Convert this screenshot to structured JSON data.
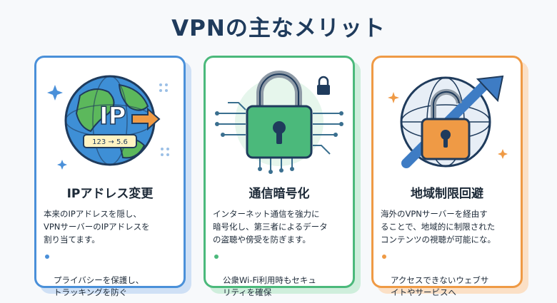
{
  "title": "VPNの主なメリット",
  "cards": [
    {
      "title": "IPアドレス変更",
      "description": "本来のIPアドレスを隠し、\nVPNサーバーのIPアドレスを\n割り当てます。",
      "bullet": "プライバシーを保護し、\nトラッキングを防ぐ",
      "ip_label": "IP",
      "ip_change": "123 → 5.6",
      "accent": "#4a90d9"
    },
    {
      "title": "通信暗号化",
      "description": "インターネット通信を強力に\n暗号化し、第三者によるデータ\nの盗聴や傍受を防ぎます。",
      "bullet": "公衆Wi-Fi利用時もセキュ\nリティを確保",
      "accent": "#4bb97b"
    },
    {
      "title": "地域制限回避",
      "description": "海外のVPNサーバーを経由す\nることで、地域的に制限された\nコンテンツの視聴が可能にな。",
      "bullet": "アクセスできないウェブサ\nイトやサービスへ",
      "accent": "#ef9a45"
    }
  ]
}
